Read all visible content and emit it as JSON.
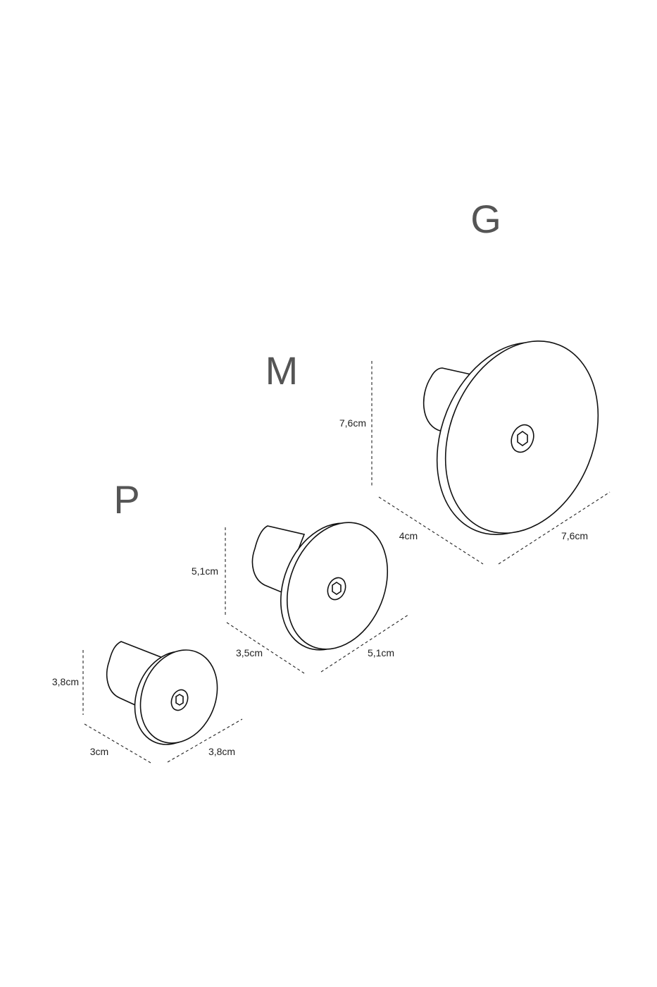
{
  "sizes": {
    "small": {
      "letter": "P",
      "height": "3,8cm",
      "depth": "3cm",
      "width": "3,8cm"
    },
    "medium": {
      "letter": "M",
      "height": "5,1cm",
      "depth": "3,5cm",
      "width": "5,1cm"
    },
    "large": {
      "letter": "G",
      "height": "7,6cm",
      "depth": "4cm",
      "width": "7,6cm"
    }
  },
  "colors": {
    "line": "#111111",
    "letter": "#555555",
    "background": "#ffffff"
  },
  "icons": {
    "screw": "hex-socket-screw-icon"
  }
}
